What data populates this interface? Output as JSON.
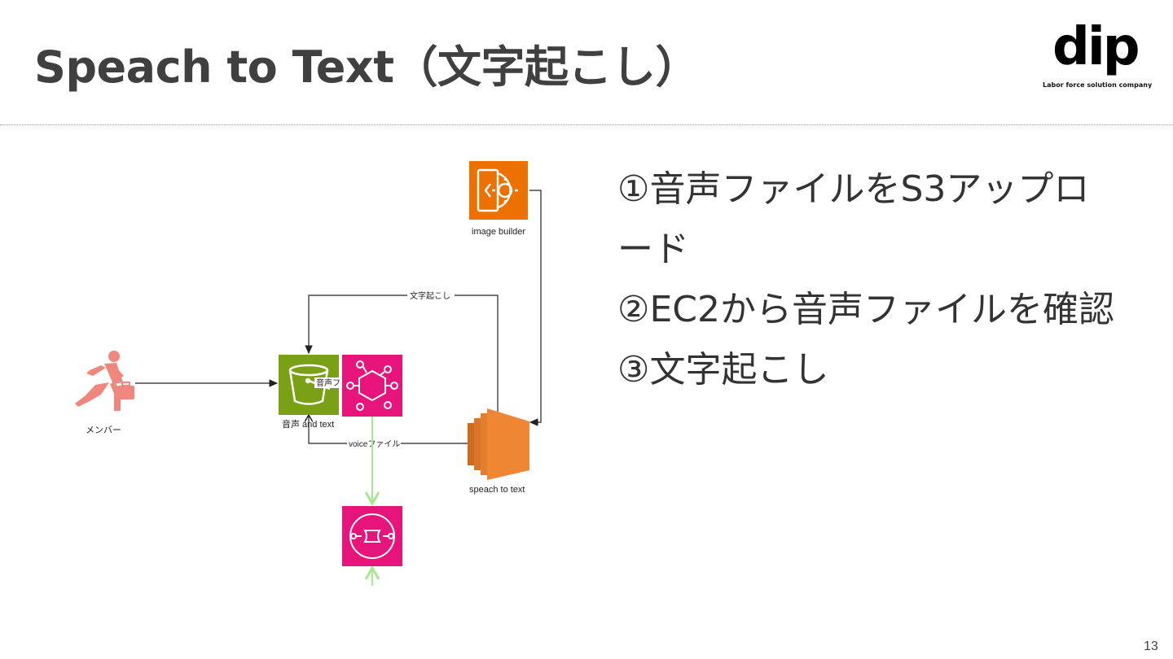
{
  "slide": {
    "title": "Speach to Text（文字起こし）",
    "page_number": "13"
  },
  "logo": {
    "name": "dip",
    "tagline": "Labor force solution company"
  },
  "steps": [
    "①音声ファイルをS3アップロード",
    "②EC2から音声ファイルを確認",
    "③文字起こし"
  ],
  "diagram": {
    "nodes": {
      "member": "メンバー",
      "s3_bucket": "音声 and text",
      "image_builder": "image builder",
      "ec2": "speach to text"
    },
    "edges": {
      "transcribe": "文字起こし",
      "voice_file": "voiceファイル",
      "audio_partial": "音声フ"
    },
    "colors": {
      "s3": "#7aa116",
      "eventbridge": "#e7157b",
      "image_builder": "#ed7100",
      "ec2": "#ed7100",
      "member": "#f0877f",
      "green_arrow": "#a6e891"
    }
  }
}
